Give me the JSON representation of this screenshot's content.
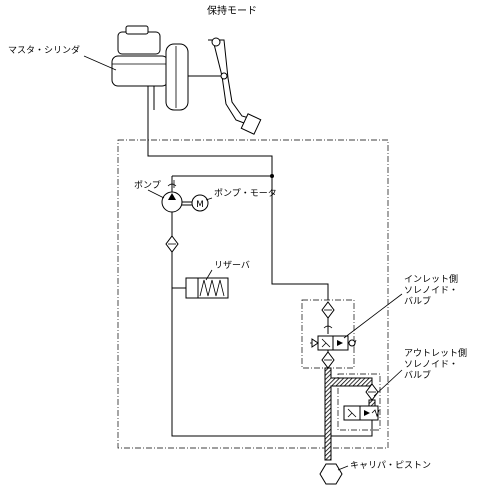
{
  "title": "保持モード",
  "labels": {
    "master_cylinder": "マスタ・シリンダ",
    "pump": "ポンプ",
    "pump_motor": "ポンプ・モータ",
    "motor_symbol": "M",
    "reservoir": "リザーバ",
    "inlet_valve": [
      "インレット側",
      "ソレノイド・",
      "バルブ"
    ],
    "outlet_valve": [
      "アウトレット側",
      "ソレノイド・",
      "バルブ"
    ],
    "caliper_piston": "キャリパ・ピストン"
  }
}
